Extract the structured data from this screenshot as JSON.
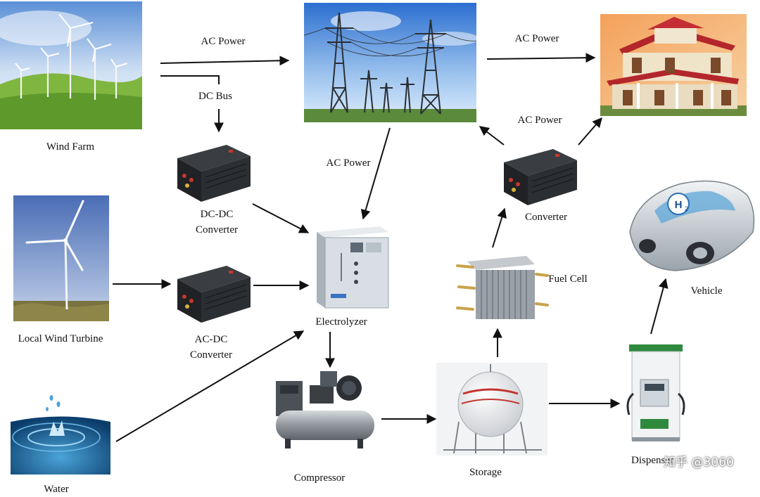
{
  "nodes": {
    "wind_farm": "Wind Farm",
    "local_wind_turbine": "Local Wind Turbine",
    "water": "Water",
    "dc_dc_converter": [
      "DC-DC",
      "Converter"
    ],
    "ac_dc_converter": [
      "AC-DC",
      "Converter"
    ],
    "electrolyzer": "Electrolyzer",
    "compressor": "Compressor",
    "storage": "Storage",
    "fuel_cell": "Fuel Cell",
    "converter": "Converter",
    "vehicle": "Vehicle",
    "dispenser": "Dispenser"
  },
  "edges": {
    "ac_power_top_left": "AC Power",
    "dc_bus": "DC Bus",
    "ac_power_top_right": "AC Power",
    "ac_power_grid_down": "AC Power",
    "ac_power_converter": "AC Power"
  },
  "watermark": "知乎 @3060"
}
